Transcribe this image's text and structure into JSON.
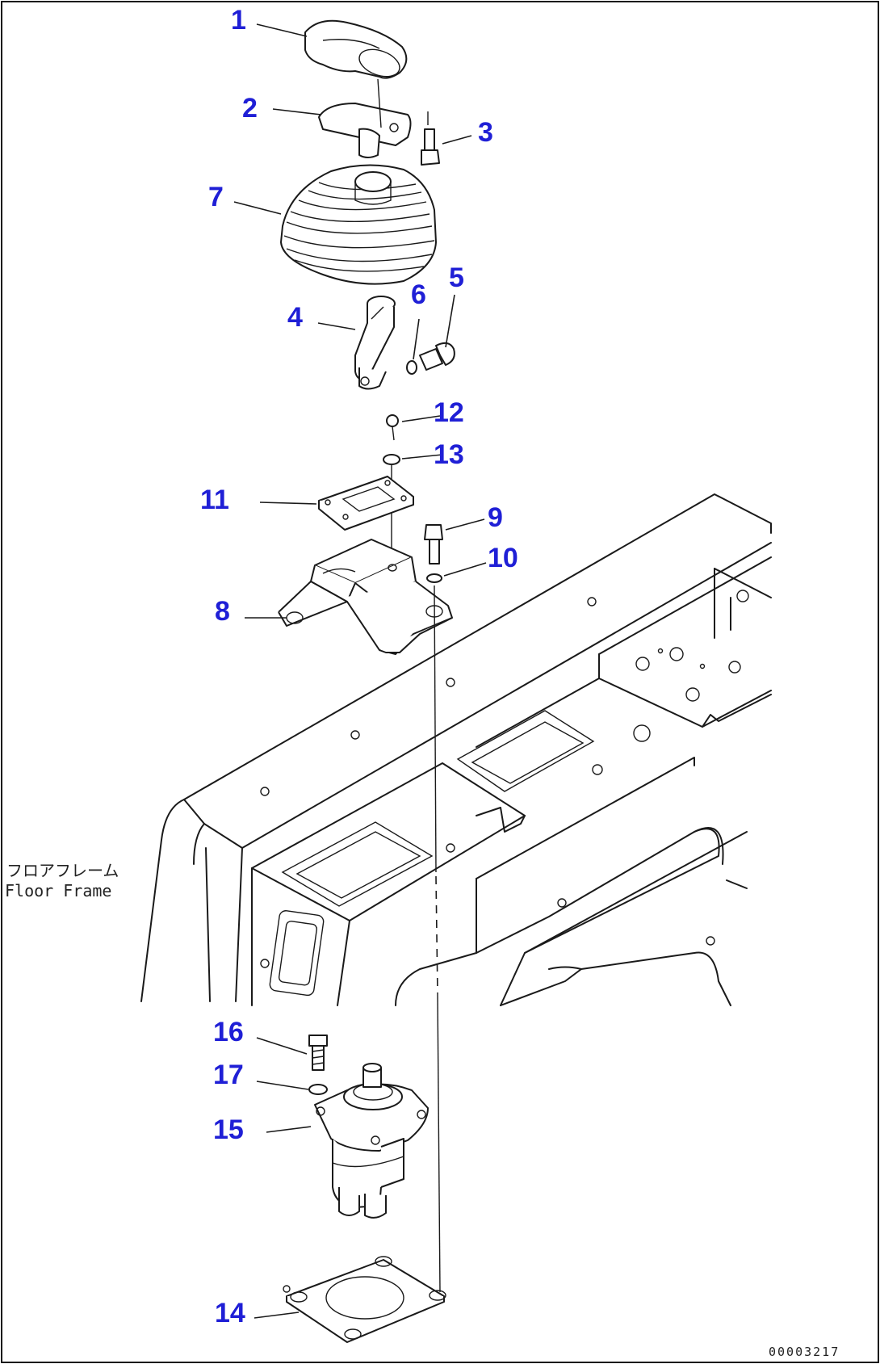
{
  "diagram": {
    "callouts": [
      {
        "id": "c1",
        "label": "1"
      },
      {
        "id": "c2",
        "label": "2"
      },
      {
        "id": "c3",
        "label": "3"
      },
      {
        "id": "c4",
        "label": "4"
      },
      {
        "id": "c5",
        "label": "5"
      },
      {
        "id": "c6",
        "label": "6"
      },
      {
        "id": "c7",
        "label": "7"
      },
      {
        "id": "c8",
        "label": "8"
      },
      {
        "id": "c9",
        "label": "9"
      },
      {
        "id": "c10",
        "label": "10"
      },
      {
        "id": "c11",
        "label": "11"
      },
      {
        "id": "c12",
        "label": "12"
      },
      {
        "id": "c13",
        "label": "13"
      },
      {
        "id": "c14",
        "label": "14"
      },
      {
        "id": "c15",
        "label": "15"
      },
      {
        "id": "c16",
        "label": "16"
      },
      {
        "id": "c17",
        "label": "17"
      }
    ],
    "frame_label_jp": "フロアフレーム",
    "frame_label_en": "Floor Frame",
    "document_number": "00003217",
    "colors": {
      "callout": "#1f1fd6",
      "linework": "#1a1a1a",
      "background": "#ffffff"
    }
  }
}
